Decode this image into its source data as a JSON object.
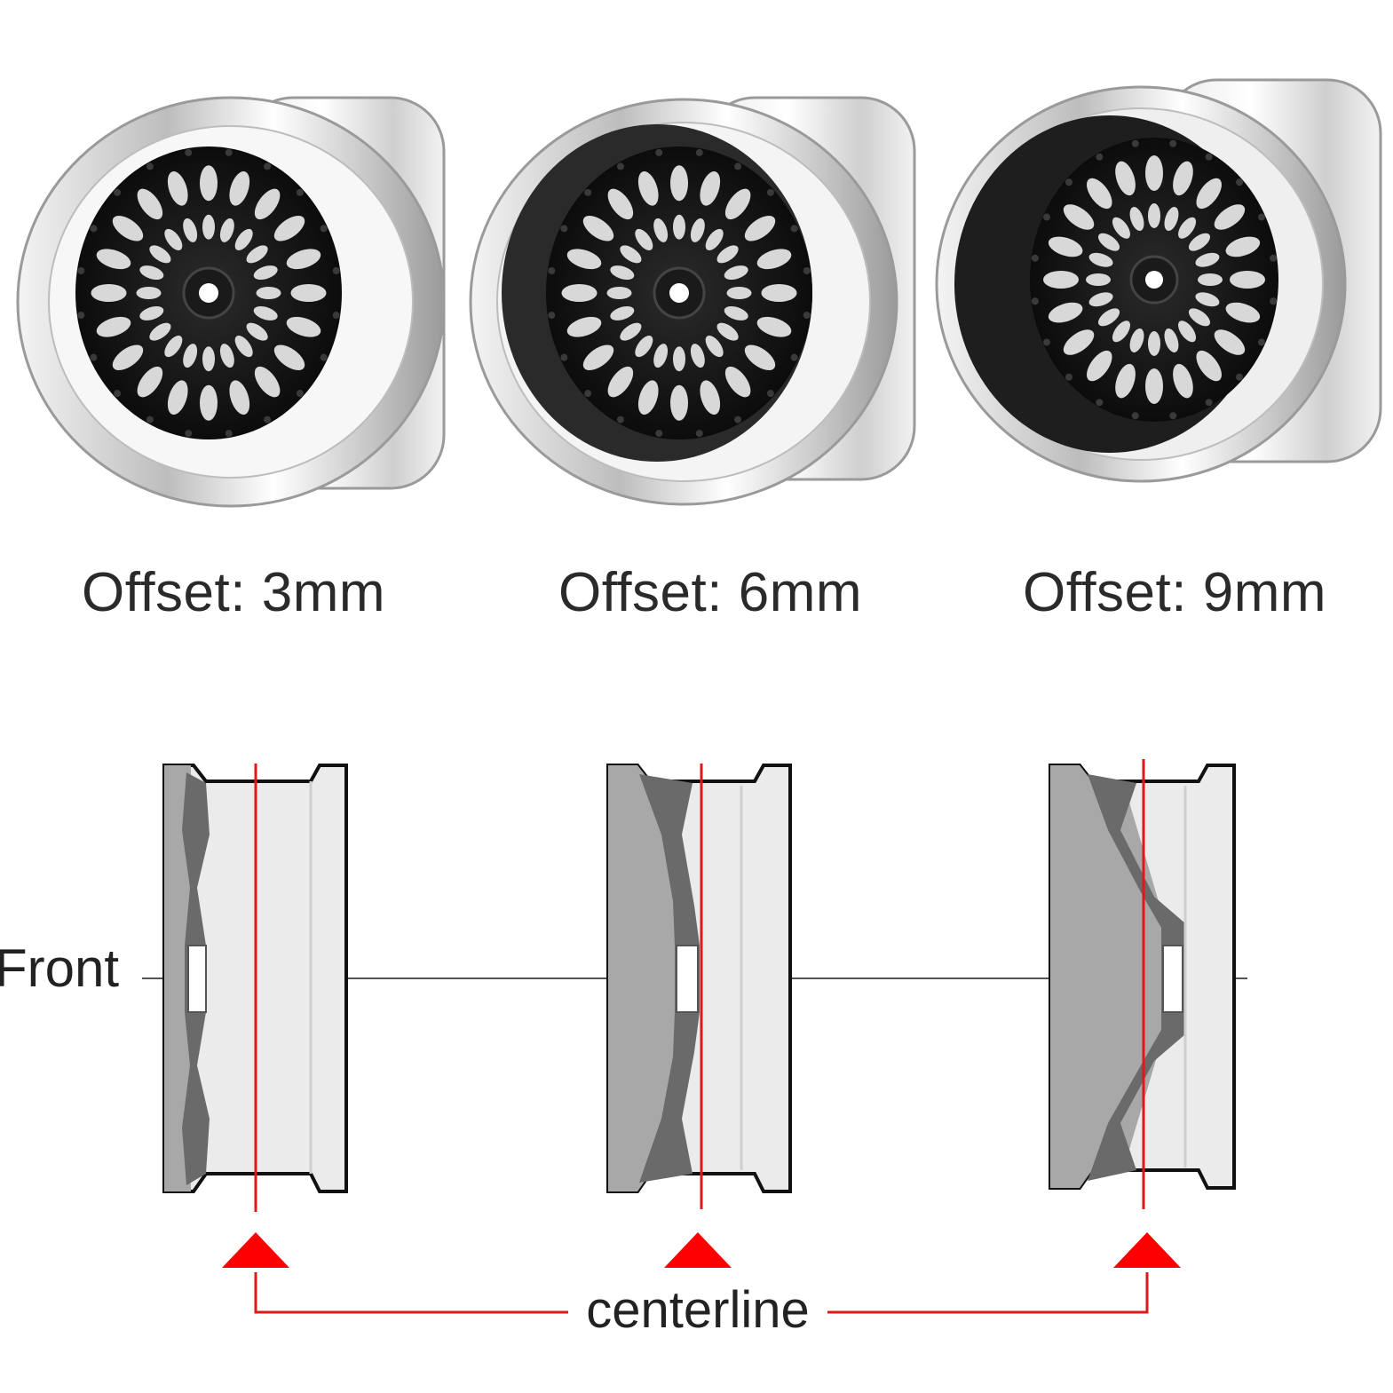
{
  "offsets": [
    {
      "label": "Offset: 3mm",
      "value_mm": 3
    },
    {
      "label": "Offset: 6mm",
      "value_mm": 6
    },
    {
      "label": "Offset: 9mm",
      "value_mm": 9
    }
  ],
  "front_label": "Front",
  "centerline_label": "centerline",
  "colors": {
    "centerline": "#e01818",
    "spoke": "#111111",
    "chrome": "#d9d9d9",
    "section_dark": "#6a6a6a",
    "section_mid": "#a8a8a8",
    "section_light": "#e6e6e6"
  }
}
